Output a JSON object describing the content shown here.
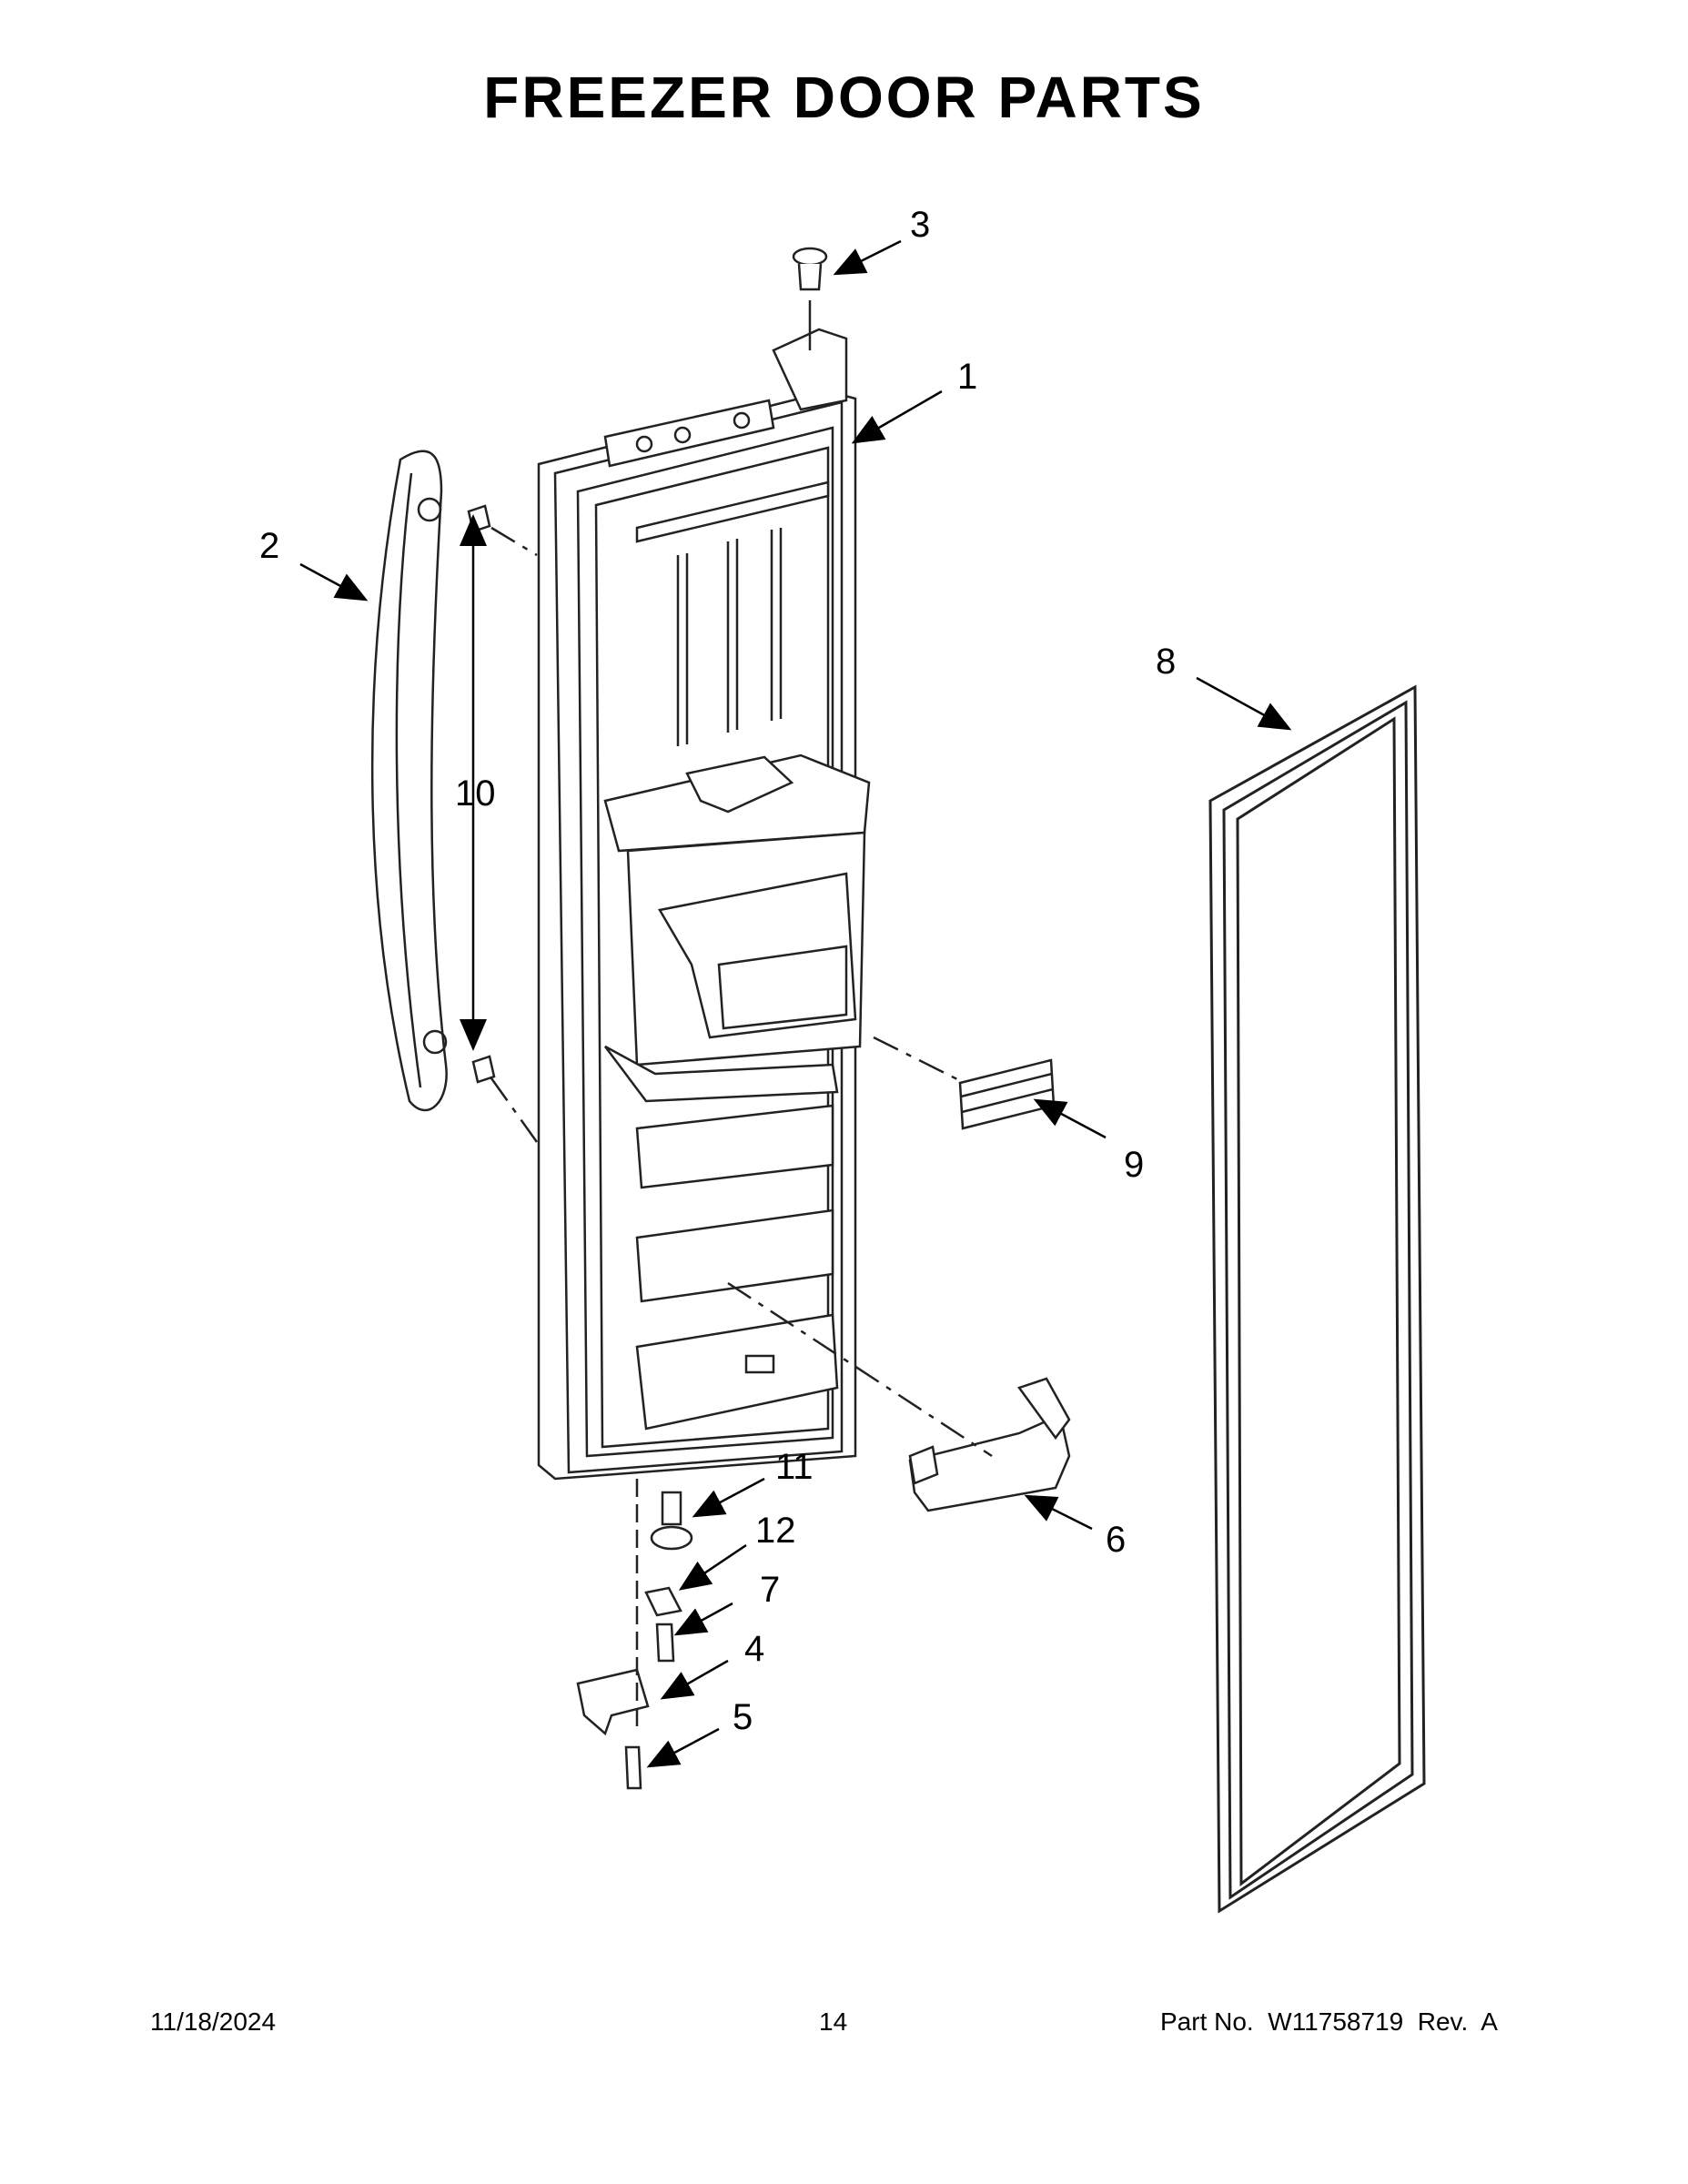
{
  "page": {
    "title": "FREEZER DOOR PARTS"
  },
  "callouts": [
    "1",
    "2",
    "3",
    "4",
    "5",
    "6",
    "7",
    "8",
    "9",
    "10",
    "11",
    "12"
  ],
  "footer": {
    "date": "11/18/2024",
    "page_number": "14",
    "part_number": "Part No.  W11758719  Rev.  A"
  },
  "colors": {
    "ink": "#000000",
    "line": "#222222",
    "paper": "#ffffff"
  }
}
